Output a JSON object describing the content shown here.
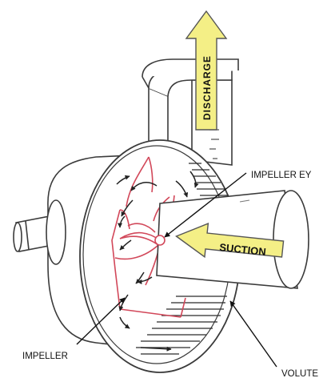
{
  "labels": {
    "discharge": "DISCHARGE",
    "suction": "SUCTION",
    "impeller_eye": "IMPELLER EY",
    "impeller": "IMPELLER",
    "volute": "VOLUTE"
  },
  "colors": {
    "outline": "#3b3b3b",
    "impeller": "#d2485a",
    "arrow_fill": "#f4ef86",
    "arrow_stroke": "#555555",
    "background": "#ffffff"
  }
}
